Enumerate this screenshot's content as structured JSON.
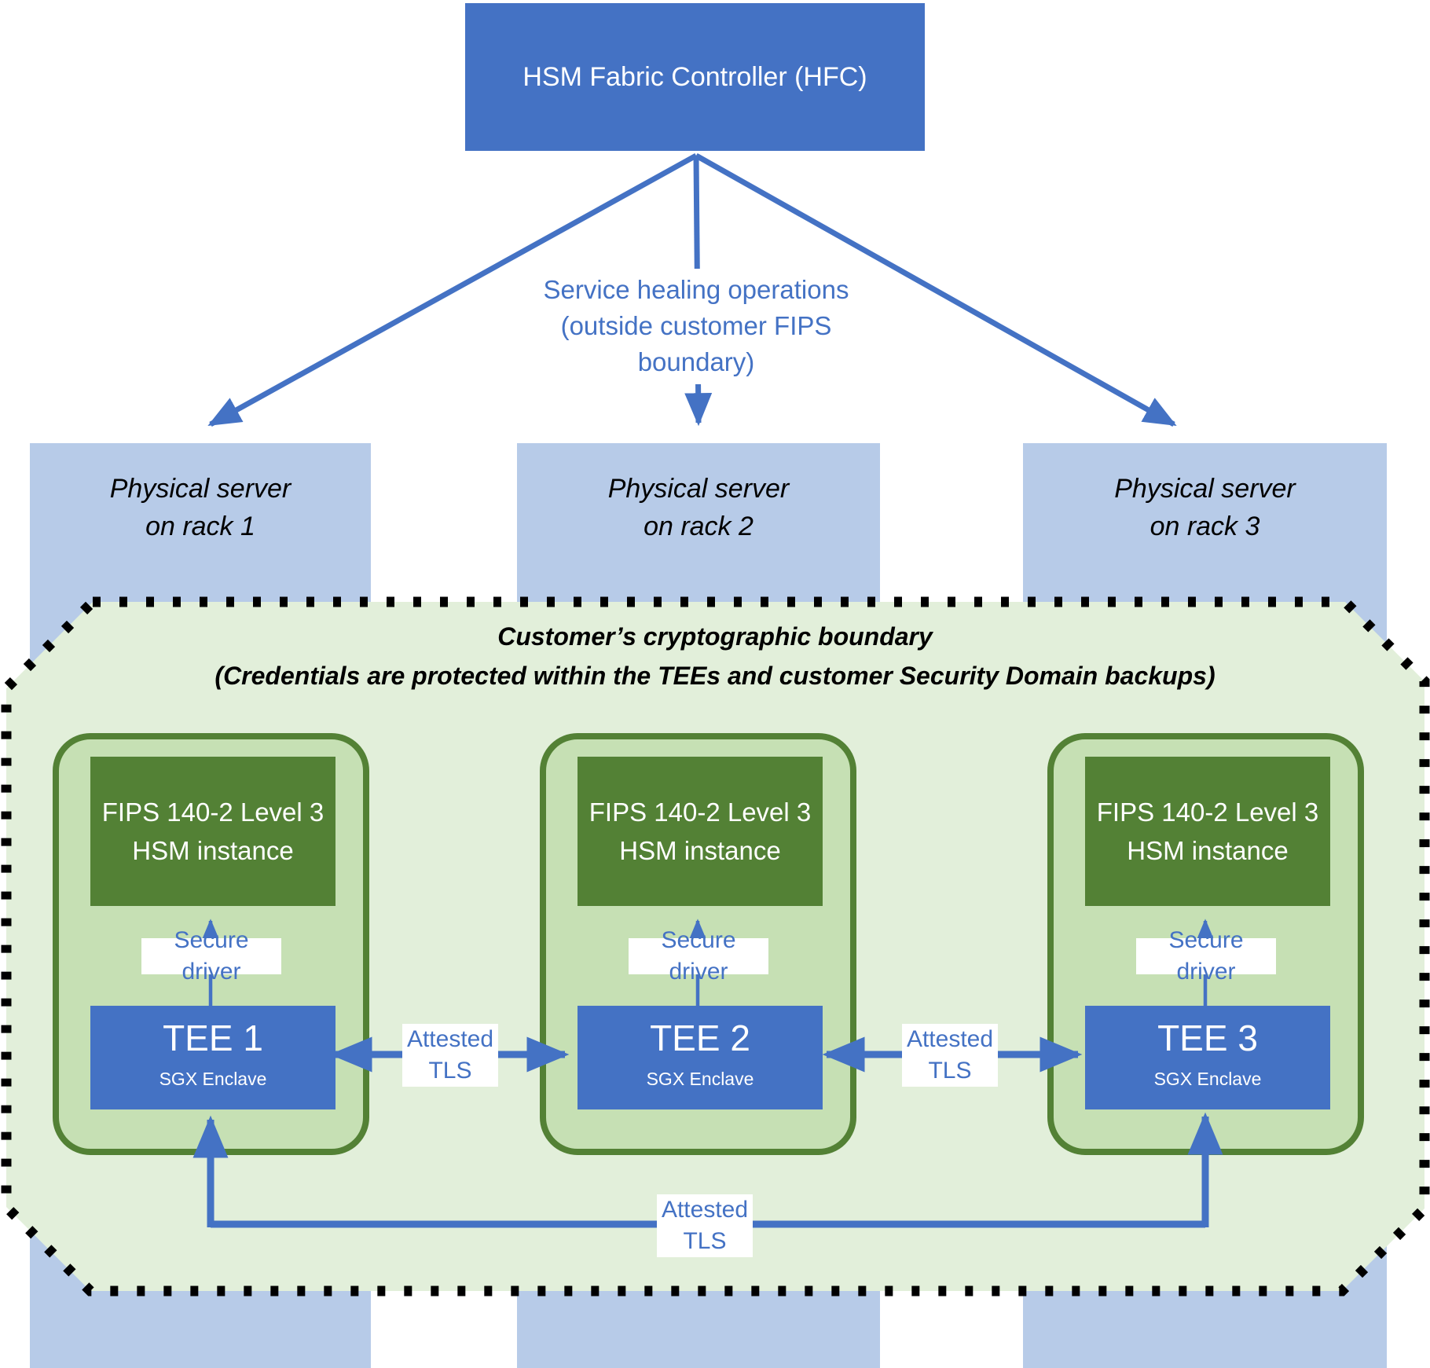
{
  "colors": {
    "accent_blue": "#4472C4",
    "light_blue": "#B7CBE8",
    "pale_green": "#E2EFDA",
    "mid_green": "#C6E0B4",
    "dark_green": "#538135",
    "dot_black": "#000000"
  },
  "hfc": {
    "label": "HSM Fabric Controller (HFC)"
  },
  "healing": {
    "line1": "Service healing operations",
    "line2": "(outside customer FIPS boundary)"
  },
  "servers": [
    {
      "line1": "Physical server",
      "line2": "on rack 1"
    },
    {
      "line1": "Physical server",
      "line2": "on rack 2"
    },
    {
      "line1": "Physical server",
      "line2": "on rack 3"
    }
  ],
  "boundary": {
    "title": "Customer’s cryptographic boundary",
    "subtitle": "(Credentials are protected within the TEEs and customer Security Domain backups)"
  },
  "tee_groups": [
    {
      "hsm_line1": "FIPS 140-2 Level 3",
      "hsm_line2": "HSM instance",
      "driver_label": "Secure driver",
      "tee_label": "TEE 1",
      "tee_sublabel": "SGX Enclave"
    },
    {
      "hsm_line1": "FIPS 140-2 Level 3",
      "hsm_line2": "HSM instance",
      "driver_label": "Secure driver",
      "tee_label": "TEE 2",
      "tee_sublabel": "SGX Enclave"
    },
    {
      "hsm_line1": "FIPS 140-2 Level 3",
      "hsm_line2": "HSM instance",
      "driver_label": "Secure driver",
      "tee_label": "TEE 3",
      "tee_sublabel": "SGX Enclave"
    }
  ],
  "tls_links": [
    {
      "line1": "Attested",
      "line2": "TLS"
    },
    {
      "line1": "Attested",
      "line2": "TLS"
    },
    {
      "line1": "Attested",
      "line2": "TLS"
    }
  ]
}
